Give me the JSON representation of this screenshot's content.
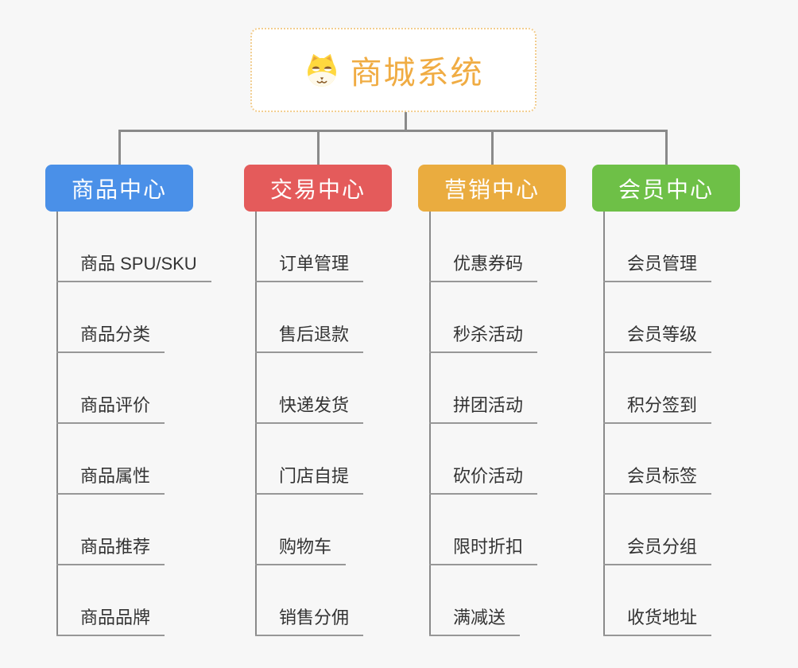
{
  "app": {
    "type": "mindmap",
    "background_color": "#F7F7F7",
    "connector_color": "#8A8A8A",
    "leaf_line_color": "#979797",
    "leaf_text_color": "#333333"
  },
  "root": {
    "title": "商城系统",
    "icon": "dog-face-icon",
    "title_color": "#F0AC43",
    "border_color": "#F2CD8F",
    "background": "#FFFFFF"
  },
  "branches": [
    {
      "label": "商品中心",
      "color": "#4A90E8",
      "children": [
        "商品 SPU/SKU",
        "商品分类",
        "商品评价",
        "商品属性",
        "商品推荐",
        "商品品牌"
      ]
    },
    {
      "label": "交易中心",
      "color": "#E45B5B",
      "children": [
        "订单管理",
        "售后退款",
        "快递发货",
        "门店自提",
        "购物车",
        "销售分佣"
      ]
    },
    {
      "label": "营销中心",
      "color": "#EAAC3F",
      "children": [
        "优惠券码",
        "秒杀活动",
        "拼团活动",
        "砍价活动",
        "限时折扣",
        "满减送"
      ]
    },
    {
      "label": "会员中心",
      "color": "#6EC047",
      "children": [
        "会员管理",
        "会员等级",
        "积分签到",
        "会员标签",
        "会员分组",
        "收货地址"
      ]
    }
  ]
}
